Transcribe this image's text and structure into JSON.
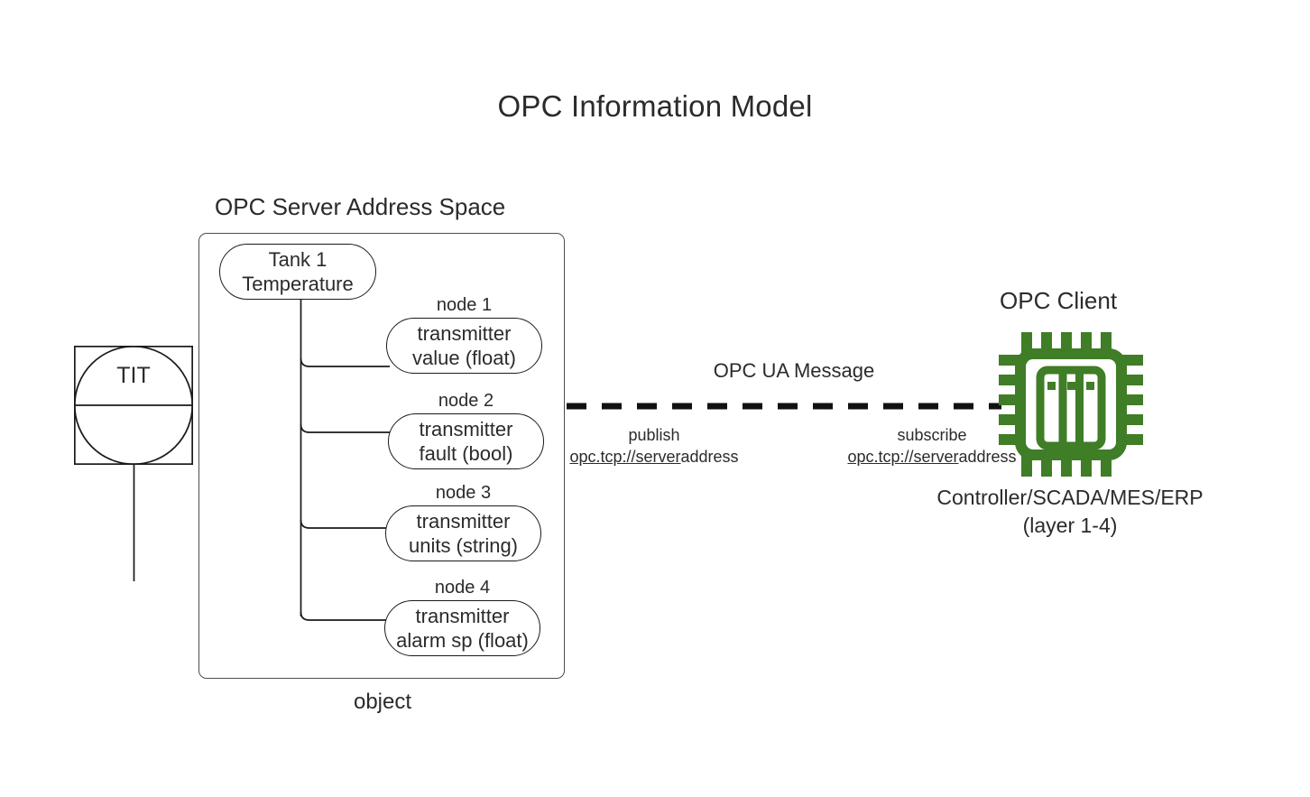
{
  "title": "OPC Information Model",
  "server": {
    "heading": "OPC Server Address Space",
    "caption": "object",
    "root_node": {
      "line1": "Tank 1",
      "line2": "Temperature"
    },
    "nodes": [
      {
        "caption": "node 1",
        "line1": "transmitter",
        "line2": "value (float)"
      },
      {
        "caption": "node 2",
        "line1": "transmitter",
        "line2": "fault (bool)"
      },
      {
        "caption": "node 3",
        "line1": "transmitter",
        "line2": "units (string)"
      },
      {
        "caption": "node 4",
        "line1": "transmitter",
        "line2": "alarm sp (float)"
      }
    ]
  },
  "instrument": {
    "tag": "TIT"
  },
  "link": {
    "message_label": "OPC UA Message",
    "publish": {
      "verb": "publish",
      "uri_link": "opc.tcp://server",
      "uri_tail": "address"
    },
    "subscribe": {
      "verb": "subscribe",
      "uri_link": "opc.tcp://server",
      "uri_tail": "address"
    }
  },
  "client": {
    "heading": "OPC Client",
    "icon": "cpu-chip-icon",
    "caption_line1": "Controller/SCADA/MES/ERP",
    "caption_line2": "(layer 1-4)"
  },
  "colors": {
    "chip_green": "#3f7d26",
    "stroke": "#1a1a1a",
    "box_stroke": "#4d4d4d",
    "text": "#2b2b2b",
    "background": "#ffffff"
  }
}
